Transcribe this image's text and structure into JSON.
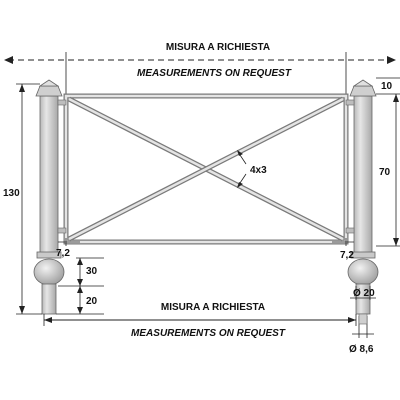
{
  "labels": {
    "top_it": "MISURA A RICHIESTA",
    "top_en": "MEASUREMENTS ON REQUEST",
    "bottom_it": "MISURA A RICHIESTA",
    "bottom_en": "MEASUREMENTS ON REQUEST"
  },
  "dimensions": {
    "total_height": "130",
    "cap_height": "10",
    "panel_height": "70",
    "bar_section": "4x3",
    "gap_left": "7,2",
    "gap_right": "7,2",
    "ball_height": "30",
    "base_height": "20",
    "post_diameter": "Ø 20",
    "pin_diameter": "Ø 8,6"
  },
  "colors": {
    "metal": "#d6d6d6",
    "metal_dark": "#9a9a9a",
    "outline": "#555555",
    "dim_line": "#222222"
  }
}
